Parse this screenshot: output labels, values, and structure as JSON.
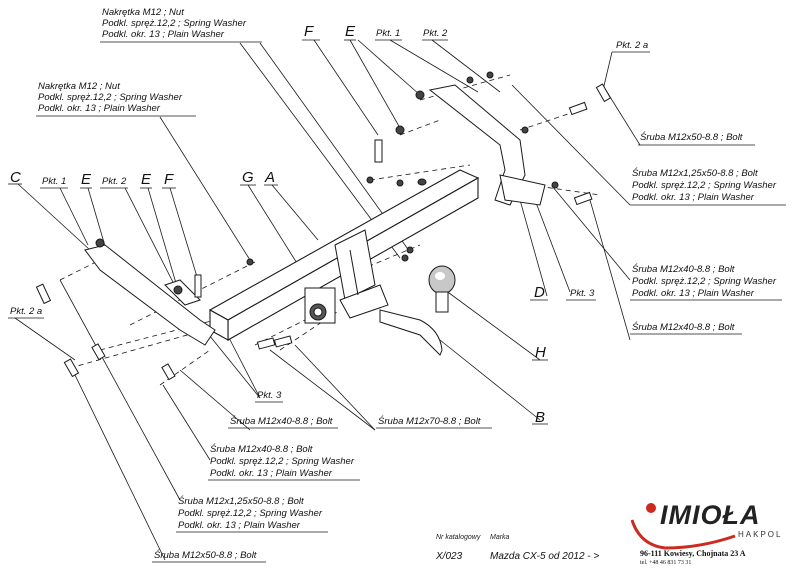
{
  "labels": {
    "nut_top_1": "Nakrętka  M12 ; Nut",
    "nut_top_2": "Podkl. spręż.12,2 ; Spring Washer",
    "nut_top_3": "Podkl. okr. 13 ; Plain Washer",
    "nut_left_1": "Nakrętka  M12 ; Nut",
    "nut_left_2": "Podkl. spręż.12,2 ; Spring Washer",
    "nut_left_3": "Podkl. okr. 13 ; Plain Washer",
    "letter_F_top": "F",
    "letter_E_top": "E",
    "pkt1_top": "Pkt. 1",
    "pkt2_top": "Pkt. 2",
    "pkt2a_right": "Pkt. 2 a",
    "bolt_m12x50_right": "Śruba M12x50-8.8 ;  Bolt",
    "bolt_fine_right_1": "Śruba M12x1,25x50-8.8 ;  Bolt",
    "bolt_fine_right_2": "Podkl. spręż.12,2 ; Spring Washer",
    "bolt_fine_right_3": "Podkl. okr. 13 ; Plain Washer",
    "bolt_m12x40_right_1": "Śruba M12x40-8.8 ;  Bolt",
    "bolt_m12x40_right_2": "Podkl. spręż.12,2 ; Spring Washer",
    "bolt_m12x40_right_3": "Podkl. okr. 13 ; Plain Washer",
    "bolt_m12x40_right_b": "Śruba M12x40-8.8 ;  Bolt",
    "letter_C": "C",
    "pkt1_left": "Pkt. 1",
    "letter_E_left1": "E",
    "pkt2_left": "Pkt. 2",
    "letter_E_left2": "E",
    "letter_F_left": "F",
    "letter_G": "G",
    "letter_A": "A",
    "pkt2a_left": "Pkt. 2 a",
    "letter_D": "D",
    "pkt3_right": "Pkt. 3",
    "letter_H": "H",
    "letter_B": "B",
    "pkt3_mid": "Pkt. 3",
    "bolt_m12x40_mid": "Śruba M12x40-8.8 ;  Bolt",
    "bolt_m12x70_mid": "Śruba M12x70-8.8 ;  Bolt",
    "bolt_m12x40_low_1": "Śruba M12x40-8.8 ;  Bolt",
    "bolt_m12x40_low_2": "Podkl. spręż.12,2 ; Spring Washer",
    "bolt_m12x40_low_3": "Podkl. okr. 13 ; Plain Washer",
    "bolt_fine_left_1": "Śruba M12x1,25x50-8.8 ;  Bolt",
    "bolt_fine_left_2": "Podkl. spręż.12,2 ; Spring Washer",
    "bolt_fine_left_3": "Podkl. okr. 13 ; Plain Washer",
    "bolt_m12x50_left": "Śruba M12x50-8.8 ;  Bolt"
  },
  "footer": {
    "catalog_caption": "Nr katalogowy",
    "brand_caption": "Marka",
    "catalog_number": "X/023",
    "vehicle": "Mazda CX-5   od  2012 - >"
  },
  "company": {
    "logo_text": "IMIOŁA",
    "logo_sub": "HAKPOL",
    "address": "96-111 Kowiesy, Chojnata 23 A",
    "phone": "tel. +48 46 831 73 31"
  },
  "colors": {
    "ink": "#111111",
    "line": "#1a1a1a",
    "fill": "#ffffff",
    "shade": "#bdbdbd",
    "logo_red": "#cc2a1f"
  }
}
